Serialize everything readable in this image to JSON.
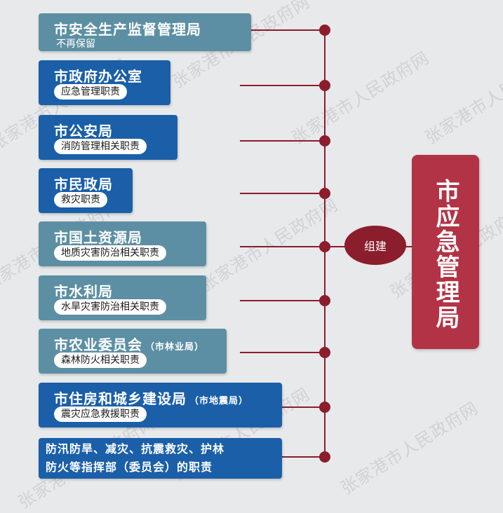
{
  "watermark": "张家港市人民政府网",
  "departments": [
    {
      "title": "市安全生产监督管理局",
      "note": "不再保留",
      "style": "gray"
    },
    {
      "title": "市政府办公室",
      "duty": "应急管理职责",
      "style": "blue"
    },
    {
      "title": "市公安局",
      "duty": "消防管理相关职责",
      "style": "blue"
    },
    {
      "title": "市民政局",
      "duty": "救灾职责",
      "style": "blue"
    },
    {
      "title": "市国土资源局",
      "duty": "地质灾害防治相关职责",
      "style": "gray"
    },
    {
      "title": "市水利局",
      "duty": "水旱灾害防治相关职责",
      "style": "gray"
    },
    {
      "title": "市农业委员会",
      "suffix": "（市林业局）",
      "duty": "森林防火相关职责",
      "style": "gray"
    },
    {
      "title": "市住房和城乡建设局",
      "suffix": "（市地震局）",
      "duty": "震灾应急救援职责",
      "style": "blue"
    },
    {
      "line1": "防汛防旱、减灾、抗震救灾、护林",
      "line2": "防火等指挥部（委员会）的职责",
      "style": "blue"
    }
  ],
  "connector_label": "组建",
  "result": "市应急管理局",
  "colors": {
    "gray": "#5c8fa3",
    "blue": "#1a5fa8",
    "accent": "#8b1d2c",
    "result": "#b23345"
  }
}
